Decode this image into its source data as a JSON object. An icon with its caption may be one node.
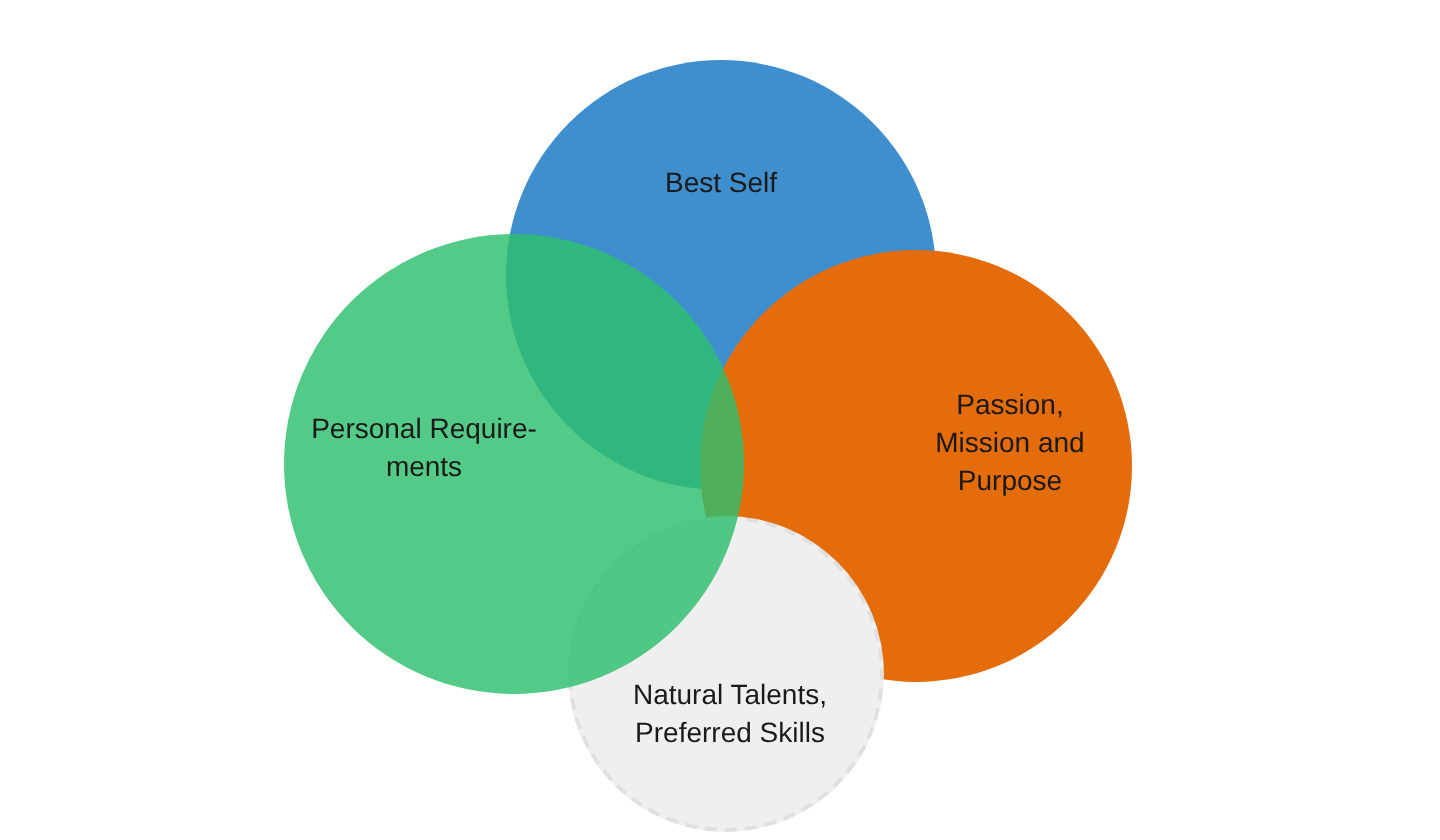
{
  "diagram": {
    "nodes": [
      {
        "text": [
          "Best Self"
        ]
      },
      {
        "text": [
          "Passion, Mission and Purpose"
        ]
      },
      {
        "text": [
          "Natural Talents, Preferred Skills"
        ]
      },
      {
        "text": [
          "Personal Require- ments"
        ]
      }
    ]
  }
}
